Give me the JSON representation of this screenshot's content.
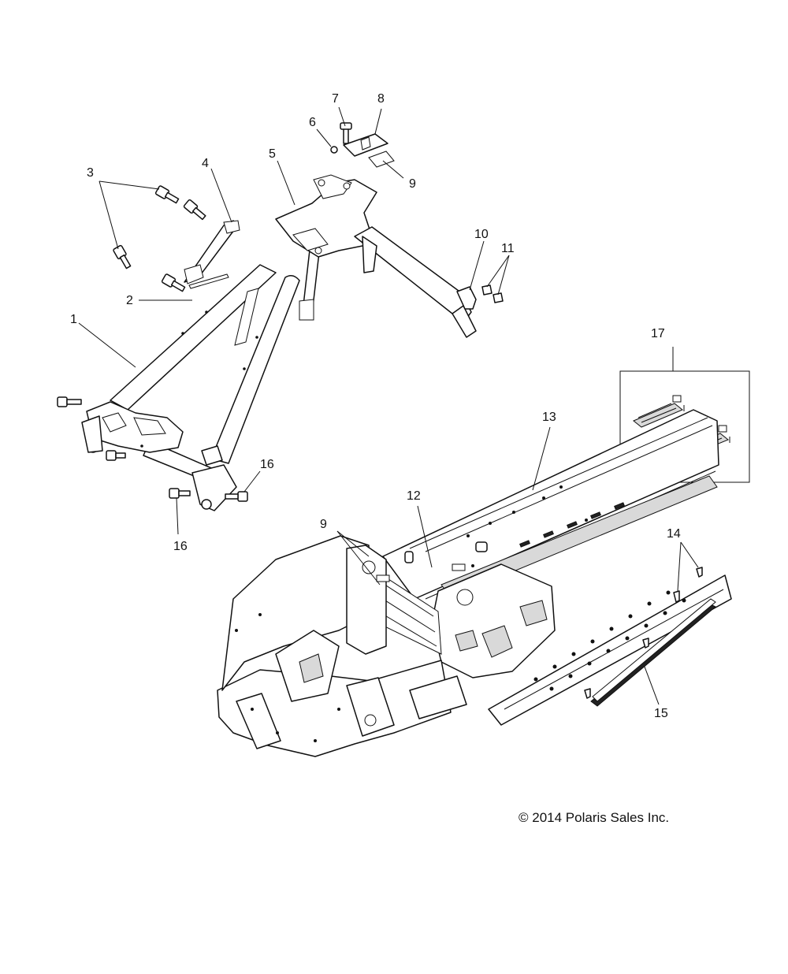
{
  "diagram": {
    "callouts": [
      {
        "id": "c1",
        "label": "1"
      },
      {
        "id": "c2",
        "label": "2"
      },
      {
        "id": "c3",
        "label": "3"
      },
      {
        "id": "c4",
        "label": "4"
      },
      {
        "id": "c5",
        "label": "5"
      },
      {
        "id": "c6",
        "label": "6"
      },
      {
        "id": "c7",
        "label": "7"
      },
      {
        "id": "c8",
        "label": "8"
      },
      {
        "id": "c9a",
        "label": "9"
      },
      {
        "id": "c10",
        "label": "10"
      },
      {
        "id": "c11",
        "label": "11"
      },
      {
        "id": "c12",
        "label": "12"
      },
      {
        "id": "c13",
        "label": "13"
      },
      {
        "id": "c9b",
        "label": "9"
      },
      {
        "id": "c14",
        "label": "14"
      },
      {
        "id": "c15",
        "label": "15"
      },
      {
        "id": "c16a",
        "label": "16"
      },
      {
        "id": "c16b",
        "label": "16"
      },
      {
        "id": "c17",
        "label": "17"
      }
    ],
    "copyright": "© 2014 Polaris Sales Inc."
  }
}
